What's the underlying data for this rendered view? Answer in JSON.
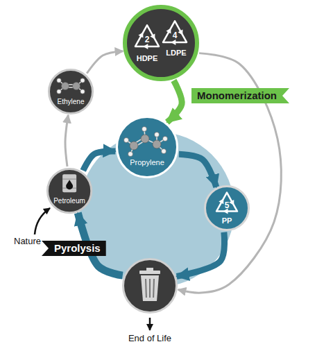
{
  "diagram": {
    "nodes": [
      {
        "text": [
          "2",
          "HDPE",
          "4",
          "LDPE"
        ]
      },
      {
        "text": [
          "Ethylene"
        ]
      },
      {
        "text": [
          "Propylene"
        ]
      },
      {
        "text": [
          "5",
          "PP"
        ]
      },
      {
        "text": [
          "Petroleum"
        ]
      },
      {
        "text": []
      }
    ],
    "edges": [
      {
        "from": 4,
        "to": 1,
        "arrow": "to"
      },
      {
        "from": 1,
        "to": 0,
        "arrow": "to"
      },
      {
        "from": 0,
        "to": 5,
        "arrow": "to"
      },
      {
        "from": 0,
        "to": 2,
        "label": "Monomerization",
        "arrow": "to"
      },
      {
        "from": 4,
        "to": 2,
        "arrow": "to"
      },
      {
        "from": 2,
        "to": 3,
        "arrow": "to"
      },
      {
        "from": 3,
        "to": 5,
        "arrow": "to"
      },
      {
        "from": 5,
        "to": 4,
        "label": "Pyrolysis",
        "arrow": "to"
      }
    ],
    "labels": [
      "Nature",
      "End of Life"
    ]
  }
}
